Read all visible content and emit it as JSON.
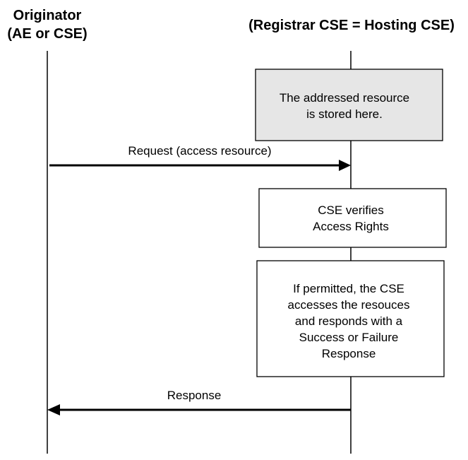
{
  "participants": {
    "originator": {
      "line1": "Originator",
      "line2": "(AE or CSE)"
    },
    "hosting": {
      "line1": "(Registrar CSE = Hosting CSE)"
    }
  },
  "boxes": {
    "stored": {
      "line1": "The addressed resource",
      "line2": "is stored here.",
      "fill": "#e6e6e6"
    },
    "verify": {
      "line1": "CSE verifies",
      "line2": "Access Rights",
      "fill": "#ffffff"
    },
    "permitted": {
      "line1": "If permitted, the CSE",
      "line2": "accesses the resouces",
      "line3": "and responds with a",
      "line4": "Success or Failure",
      "line5": "Response",
      "fill": "#ffffff"
    }
  },
  "messages": {
    "request": {
      "label": "Request (access resource)"
    },
    "response": {
      "label": "Response"
    }
  },
  "colors": {
    "line": "#000000",
    "stored_box": "#e6e6e6",
    "box": "#ffffff"
  }
}
